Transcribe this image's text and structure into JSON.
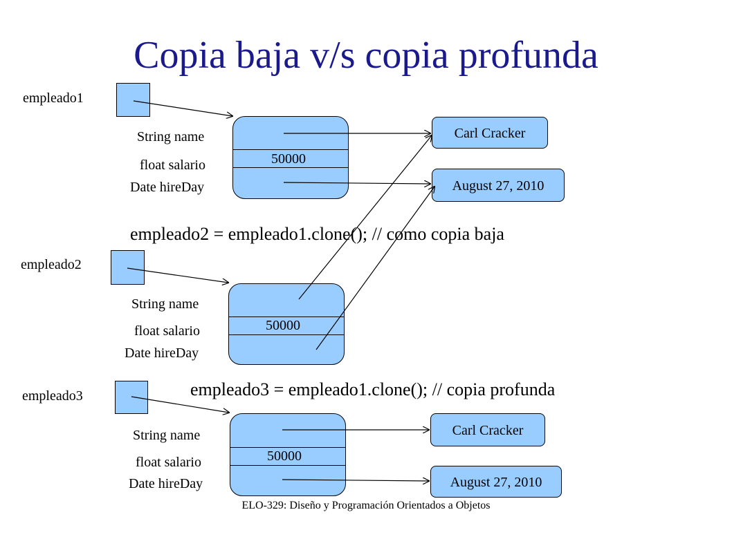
{
  "title": "Copia baja v/s copia profunda",
  "variables": {
    "v1": "empleado1",
    "v2": "empleado2",
    "v3": "empleado3"
  },
  "fields": {
    "name": "String name",
    "salario": "float salario",
    "hireday": "Date hireDay"
  },
  "salary_value": "50000",
  "values": {
    "name_value": "Carl Cracker",
    "date_value": "August 27, 2010"
  },
  "code": {
    "shallow": "empleado2 = empleado1.clone();  // como copia baja",
    "deep": "empleado3 = empleado1.clone();  // copia profunda"
  },
  "footer": "ELO-329: Diseño y Programación Orientados a Objetos",
  "colors": {
    "box_fill": "#99ccff",
    "title": "#1a1a8c"
  }
}
